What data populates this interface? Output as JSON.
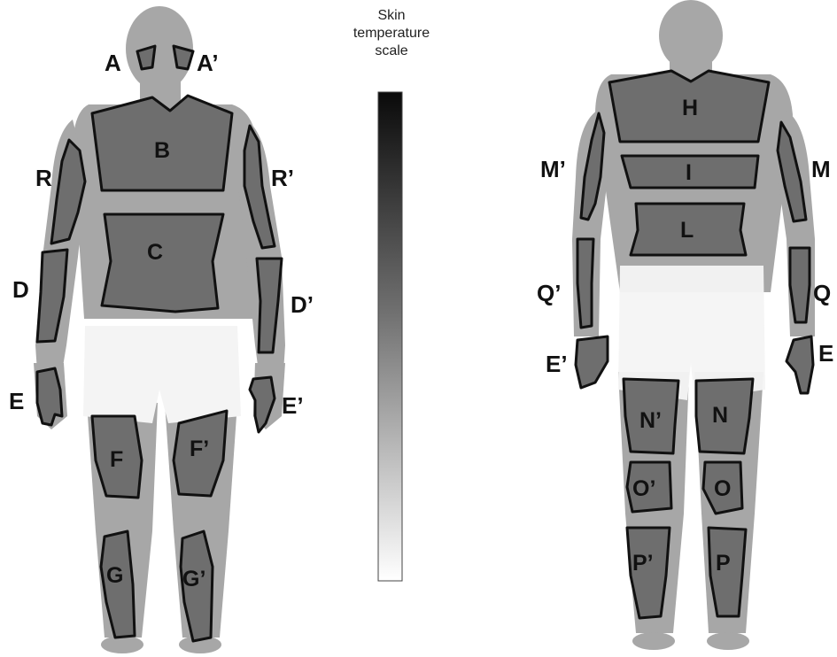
{
  "scale": {
    "title_lines": [
      "Skin",
      "temperature",
      "scale"
    ],
    "gradient_top": "#0a0a0a",
    "gradient_bottom": "#ffffff"
  },
  "front": {
    "regions": [
      {
        "id": "A",
        "label": "A"
      },
      {
        "id": "A2",
        "label": "A’"
      },
      {
        "id": "B",
        "label": "B"
      },
      {
        "id": "C",
        "label": "C"
      },
      {
        "id": "R",
        "label": "R"
      },
      {
        "id": "R2",
        "label": "R’"
      },
      {
        "id": "D",
        "label": "D"
      },
      {
        "id": "D2",
        "label": "D’"
      },
      {
        "id": "E",
        "label": "E"
      },
      {
        "id": "E2",
        "label": "E’"
      },
      {
        "id": "F",
        "label": "F"
      },
      {
        "id": "F2",
        "label": "F’"
      },
      {
        "id": "G",
        "label": "G"
      },
      {
        "id": "G2",
        "label": "G’"
      }
    ]
  },
  "back": {
    "regions": [
      {
        "id": "H",
        "label": "H"
      },
      {
        "id": "I",
        "label": "I"
      },
      {
        "id": "L",
        "label": "L"
      },
      {
        "id": "M",
        "label": "M"
      },
      {
        "id": "M2",
        "label": "M’"
      },
      {
        "id": "Q",
        "label": "Q"
      },
      {
        "id": "Q2",
        "label": "Q’"
      },
      {
        "id": "E",
        "label": "E"
      },
      {
        "id": "E2",
        "label": "E’"
      },
      {
        "id": "N",
        "label": "N"
      },
      {
        "id": "N2",
        "label": "N’"
      },
      {
        "id": "O",
        "label": "O"
      },
      {
        "id": "O2",
        "label": "O’"
      },
      {
        "id": "P",
        "label": "P"
      },
      {
        "id": "P2",
        "label": "P’"
      }
    ]
  },
  "colors": {
    "body_skin": "#a7a7a7",
    "roi_fill": "#6e6e6e",
    "roi_outline": "#111111",
    "shorts": "#f4f4f4"
  }
}
